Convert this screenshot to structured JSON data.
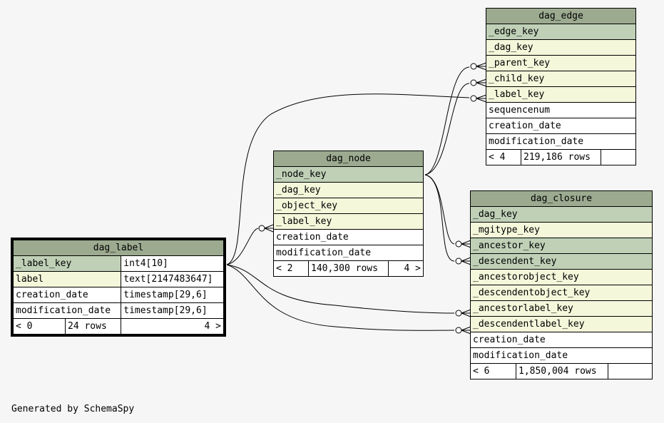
{
  "tables": {
    "dag_edge": {
      "name": "dag_edge",
      "columns": [
        "_edge_key",
        "_dag_key",
        "_parent_key",
        "_child_key",
        "_label_key",
        "sequencenum",
        "creation_date",
        "modification_date"
      ],
      "footer": {
        "parents": "< 4",
        "rows": "219,186 rows",
        "children": ""
      }
    },
    "dag_node": {
      "name": "dag_node",
      "columns": [
        "_node_key",
        "_dag_key",
        "_object_key",
        "_label_key",
        "creation_date",
        "modification_date"
      ],
      "footer": {
        "parents": "< 2",
        "rows": "140,300 rows",
        "children": "4 >"
      }
    },
    "dag_closure": {
      "name": "dag_closure",
      "columns": [
        "_dag_key",
        "_mgitype_key",
        "_ancestor_key",
        "_descendent_key",
        "_ancestorobject_key",
        "_descendentobject_key",
        "_ancestorlabel_key",
        "_descendentlabel_key",
        "creation_date",
        "modification_date"
      ],
      "footer": {
        "parents": "< 6",
        "rows": "1,850,004 rows",
        "children": ""
      }
    },
    "dag_label": {
      "name": "dag_label",
      "columns": [
        {
          "name": "_label_key",
          "type": "int4[10]"
        },
        {
          "name": "label",
          "type": "text[2147483647]"
        },
        {
          "name": "creation_date",
          "type": "timestamp[29,6]"
        },
        {
          "name": "modification_date",
          "type": "timestamp[29,6]"
        }
      ],
      "footer": {
        "parents": "< 0",
        "rows": "24 rows",
        "children": "4 >"
      }
    }
  },
  "footer_text": "Generated by SchemaSpy",
  "colors": {
    "header": "#9caa90",
    "primary_key": "#bfd0b7",
    "foreign_key": "#f4f7da",
    "background": "#f6f6f6"
  }
}
